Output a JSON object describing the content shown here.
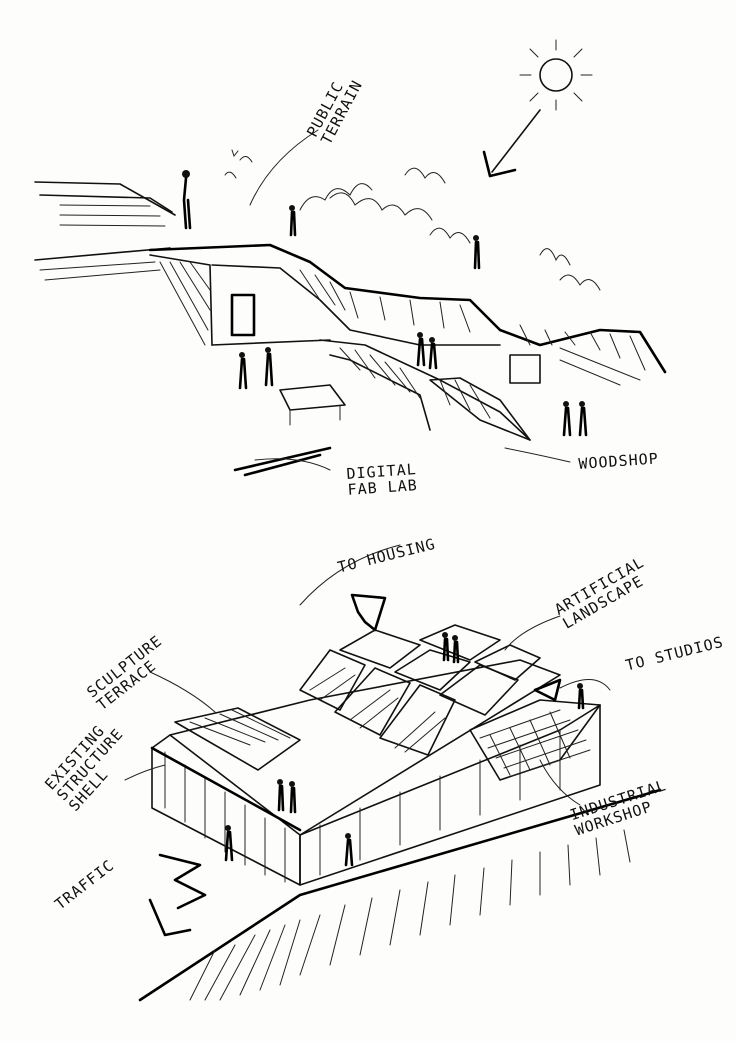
{
  "sketch_top": {
    "labels": {
      "public_terrain": [
        "PUBLIC",
        "TERRAIN"
      ],
      "digital_fab_lab": [
        "DIGITAL",
        "FAB LAB"
      ],
      "woodshop": "WOODSHOP"
    }
  },
  "sketch_bottom": {
    "labels": {
      "to_housing": "TO HOUSING",
      "artificial_landscape": [
        "ARTIFICIAL",
        "LANDSCAPE"
      ],
      "sculpture_terrace": [
        "SCULPTURE",
        "TERRACE"
      ],
      "to_studios": "TO STUDIOS",
      "existing_structure_shell": [
        "EXISTING",
        "STRUCTURE",
        "SHELL"
      ],
      "industrial_workshop": [
        "INDUSTRIAL",
        "WORKSHOP"
      ],
      "traffic": "TRAFFIC"
    }
  },
  "colors": {
    "ink": "#111111",
    "paper": "#fdfdfc"
  }
}
